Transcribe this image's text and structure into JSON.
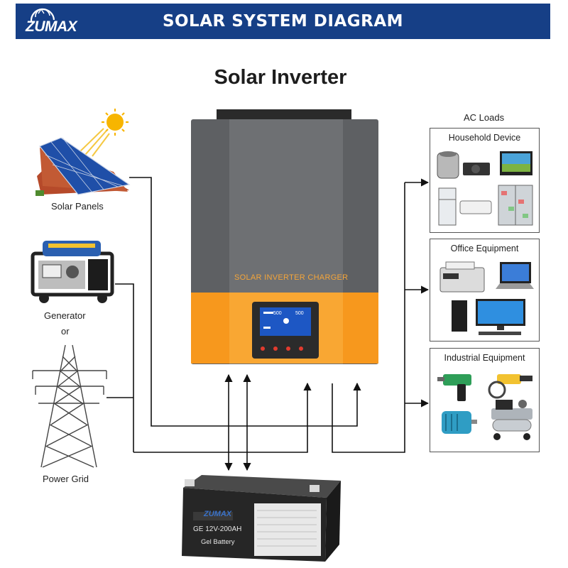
{
  "header": {
    "logo_text": "ZUMAX",
    "banner_title": "SOLAR SYSTEM DIAGRAM"
  },
  "diagram": {
    "title": "Solar Inverter",
    "sources": {
      "solar_panels": "Solar Panels",
      "generator": "Generator",
      "or": "or",
      "power_grid": "Power Grid"
    },
    "inverter": {
      "label": "SOLAR INVERTER CHARGER",
      "lcd_reading_1": "500",
      "lcd_reading_2": "500"
    },
    "loads": {
      "heading": "AC Loads",
      "household": "Household Device",
      "office": "Office Equipment",
      "industrial": "Industrial Equipment"
    },
    "battery": {
      "brand": "ZUMAX",
      "model": "GE 12V-200AH",
      "type": "Gel Battery"
    }
  },
  "colors": {
    "banner": "#163f86",
    "inverter_body": "#67696c",
    "inverter_accent": "#f7981d",
    "inverter_label": "#f4a53a",
    "lcd": "#1d57c4",
    "battery_body": "#2a2a2a",
    "wire": "#111111"
  }
}
